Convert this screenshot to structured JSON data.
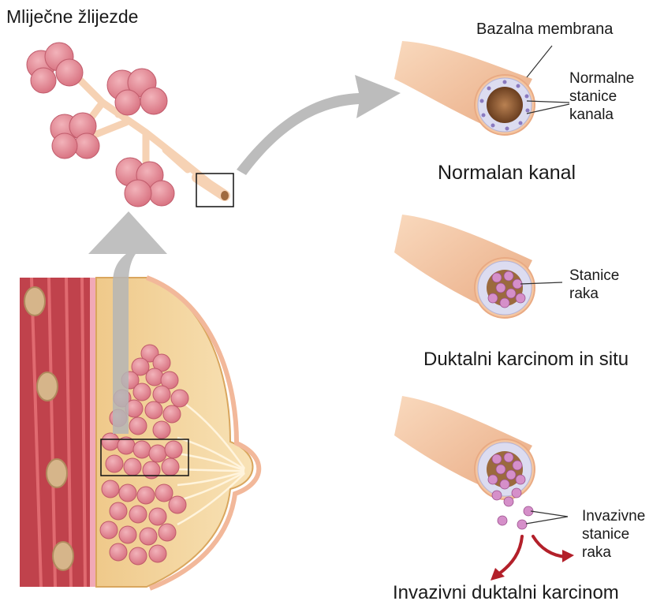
{
  "labels": {
    "glands_title": "Mliječne žlijezde",
    "basement_membrane": "Bazalna membrana",
    "normal_cells": [
      "Normalne",
      "stanice",
      "kanala"
    ],
    "normal_duct": "Normalan kanal",
    "cancer_cells": [
      "Stanice",
      "raka"
    ],
    "dcis": "Duktalni karcinom in situ",
    "invasive_cells": [
      "Invazivne",
      "stanice",
      "raka"
    ],
    "idc": "Invazivni duktalni karcinom"
  },
  "colors": {
    "muscle": "#c0424c",
    "fat": "#f3d7a1",
    "lobule": "#e58b96",
    "duct": "#f4c6a2",
    "arrow": "#b5b5b5",
    "invasion_arrow": "#b3202a"
  }
}
